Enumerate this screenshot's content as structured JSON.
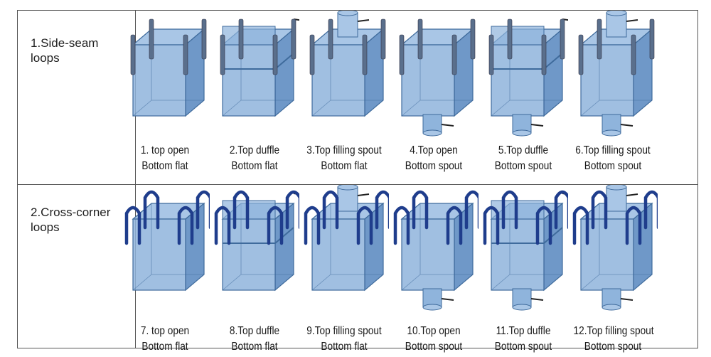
{
  "rows": [
    {
      "label": "1.Side-seam\nloops",
      "items": [
        {
          "line1": "1. top  open",
          "line2": "Bottom flat",
          "top": "open",
          "bottom": "flat",
          "loops": "side-seam"
        },
        {
          "line1": "2.Top duffle",
          "line2": "Bottom flat",
          "top": "duffle",
          "bottom": "flat",
          "loops": "side-seam"
        },
        {
          "line1": "3.Top filling spout",
          "line2": "Bottom flat",
          "top": "spout",
          "bottom": "flat",
          "loops": "side-seam"
        },
        {
          "line1": "4.Top open",
          "line2": "Bottom spout",
          "top": "open",
          "bottom": "spout",
          "loops": "side-seam"
        },
        {
          "line1": "5.Top duffle",
          "line2": "Bottom spout",
          "top": "duffle",
          "bottom": "spout",
          "loops": "side-seam"
        },
        {
          "line1": "6.Top filling spout",
          "line2": "Bottom spout",
          "top": "spout",
          "bottom": "spout",
          "loops": "side-seam"
        }
      ]
    },
    {
      "label": "2.Cross-corner\nloops",
      "items": [
        {
          "line1": "7. top  open",
          "line2": "Bottom flat",
          "top": "open",
          "bottom": "flat",
          "loops": "cross-corner"
        },
        {
          "line1": "8.Top duffle",
          "line2": "Bottom flat",
          "top": "duffle",
          "bottom": "flat",
          "loops": "cross-corner"
        },
        {
          "line1": "9.Top filling spout",
          "line2": "Bottom flat",
          "top": "spout",
          "bottom": "flat",
          "loops": "cross-corner"
        },
        {
          "line1": "10.Top open",
          "line2": "Bottom spout",
          "top": "open",
          "bottom": "spout",
          "loops": "cross-corner"
        },
        {
          "line1": "11.Top duffle",
          "line2": "Bottom spout",
          "top": "duffle",
          "bottom": "spout",
          "loops": "cross-corner"
        },
        {
          "line1": "12.Top filling spout",
          "line2": "Bottom spout",
          "top": "spout",
          "bottom": "spout",
          "loops": "cross-corner"
        }
      ]
    }
  ],
  "colors": {
    "bag_front": "#8fb4dc",
    "bag_side": "#6f98c8",
    "bag_top": "#a9c6e6",
    "bag_edge": "#3f6b9c",
    "loop_side_seam": "#5a6f8c",
    "loop_cross_corner": "#1f3d8c",
    "border": "#555555"
  }
}
